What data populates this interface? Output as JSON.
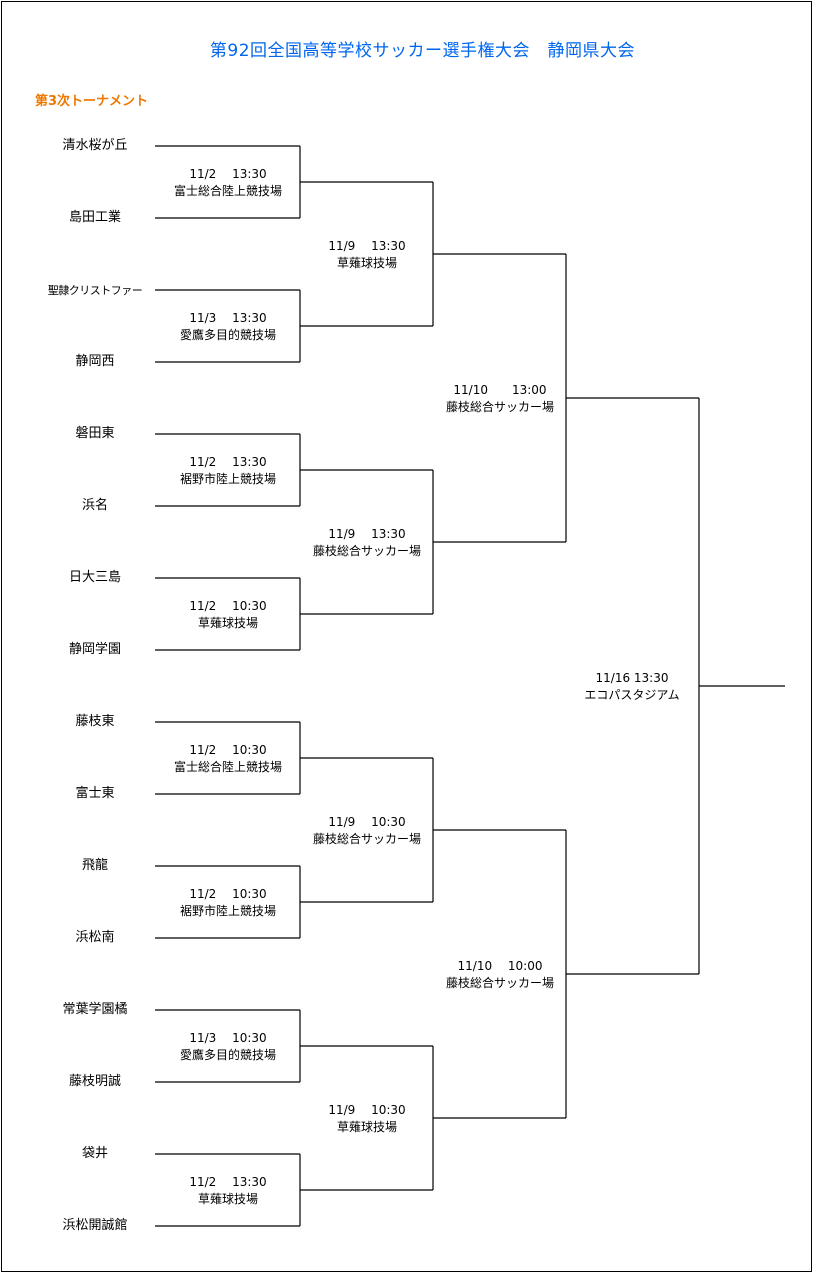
{
  "header": {
    "title": "第92回全国高等学校サッカー選手権大会　静岡県大会",
    "subtitle": "第3次トーナメント",
    "title_color": "#0066ee",
    "subtitle_color": "#ee7700"
  },
  "teams": [
    "清水桜が丘",
    "島田工業",
    "聖隷クリストファー",
    "静岡西",
    "磐田東",
    "浜名",
    "日大三島",
    "静岡学園",
    "藤枝東",
    "富士東",
    "飛龍",
    "浜松南",
    "常葉学園橘",
    "藤枝明誠",
    "袋井",
    "浜松開誠館"
  ],
  "rounds": {
    "round1": [
      {
        "date": "11/2　 13:30",
        "venue": "富士総合陸上競技場"
      },
      {
        "date": "11/3　 13:30",
        "venue": "愛鷹多目的競技場"
      },
      {
        "date": "11/2　 13:30",
        "venue": "裾野市陸上競技場"
      },
      {
        "date": "11/2　 10:30",
        "venue": "草薙球技場"
      },
      {
        "date": "11/2　 10:30",
        "venue": "富士総合陸上競技場"
      },
      {
        "date": "11/2　 10:30",
        "venue": "裾野市陸上競技場"
      },
      {
        "date": "11/3　 10:30",
        "venue": "愛鷹多目的競技場"
      },
      {
        "date": "11/2　 13:30",
        "venue": "草薙球技場"
      }
    ],
    "round2": [
      {
        "date": "11/9　 13:30",
        "venue": "草薙球技場"
      },
      {
        "date": "11/9　 13:30",
        "venue": "藤枝総合サッカー場"
      },
      {
        "date": "11/9　 10:30",
        "venue": "藤枝総合サッカー場"
      },
      {
        "date": "11/9　 10:30",
        "venue": "草薙球技場"
      }
    ],
    "semifinal": [
      {
        "date": "11/10　　13:00",
        "venue": "藤枝総合サッカー場"
      },
      {
        "date": "11/10　 10:00",
        "venue": "藤枝総合サッカー場"
      }
    ],
    "final": {
      "date": "11/16  13:30",
      "venue": "エコパスタジアム"
    }
  }
}
